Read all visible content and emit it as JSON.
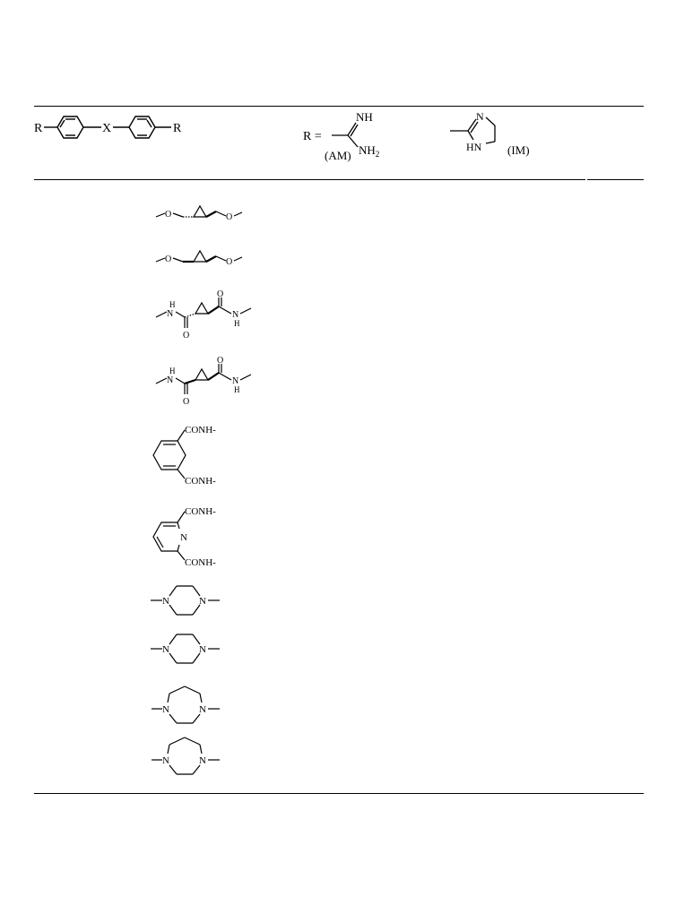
{
  "header": {
    "general": {
      "r_left": "R",
      "linker": "X",
      "r_right": "R"
    },
    "r_definition": {
      "r_equals": "R =",
      "amidine": {
        "imine": "NH",
        "amine": "NH",
        "amine_sub": "2",
        "code": "(AM)"
      },
      "imidazoline": {
        "ring_n": "N",
        "ring_nh": "HN",
        "code": "(IM)"
      }
    }
  },
  "rows": {
    "row1": {
      "o1": "O",
      "o2": "O"
    },
    "row2": {
      "o1": "O",
      "o2": "O"
    },
    "row3": {
      "h1": "H",
      "n1": "N",
      "o1": "O",
      "o2": "O",
      "n2": "N",
      "h2": "H"
    },
    "row4": {
      "h1": "H",
      "n1": "N",
      "o1": "O",
      "o2": "O",
      "n2": "N",
      "h2": "H"
    },
    "row5": {
      "top": "CONH-",
      "bottom": "CONH-"
    },
    "row6": {
      "top": "CONH-",
      "ring_n": "N",
      "bottom": "CONH-"
    },
    "row7": {
      "n1": "N",
      "n2": "N"
    },
    "row8": {
      "n1": "N",
      "n2": "N"
    },
    "row9": {
      "n1": "N",
      "n2": "N"
    },
    "row10": {
      "n1": "N",
      "n2": "N"
    }
  }
}
